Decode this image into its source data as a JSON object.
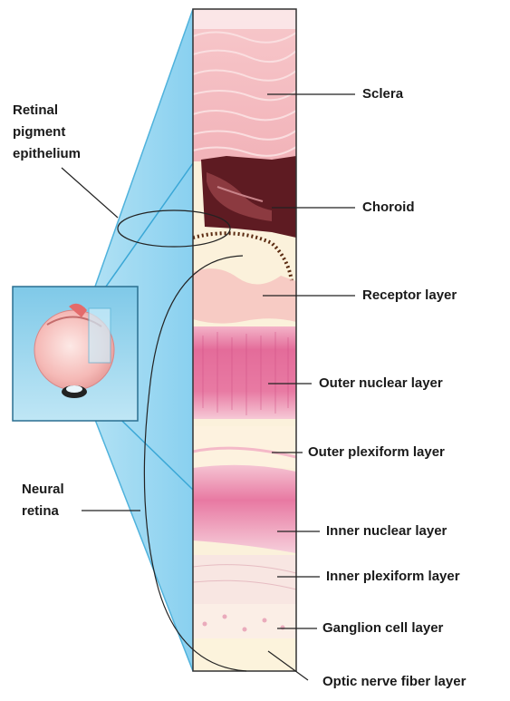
{
  "labels": {
    "sclera": "Sclera",
    "choroid": "Choroid",
    "receptor": "Receptor layer",
    "outer_nuclear": "Outer nuclear layer",
    "outer_plexiform": "Outer plexiform layer",
    "inner_nuclear": "Inner nuclear layer",
    "inner_plexiform": "Inner plexiform layer",
    "ganglion": "Ganglion cell layer",
    "optic_nerve_fiber": "Optic nerve fiber layer",
    "rpe_line1": "Retinal",
    "rpe_line2": "pigment",
    "rpe_line3": "epithelium",
    "neural_line1": "Neural",
    "neural_line2": "retina"
  },
  "colors": {
    "callout_blue": "#8fd3ef",
    "sclera_pink": "#f3b7bc",
    "choroid_dark": "#5e1b22",
    "retina_cream": "#fbf0d8",
    "nuclear_magenta": "#e6739e"
  }
}
